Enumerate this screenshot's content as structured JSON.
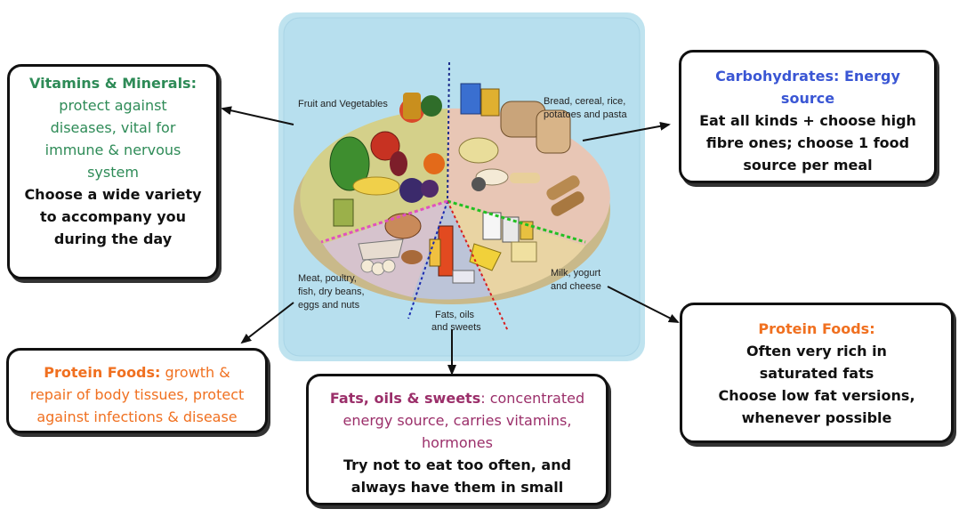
{
  "plate": {
    "labels": {
      "fruit_veg": "Fruit and Vegetables",
      "bread_1": "Bread, cereal, rice,",
      "bread_2": "potatoes and pasta",
      "meat_1": "Meat, poultry,",
      "meat_2": "fish, dry beans,",
      "meat_3": "eggs and nuts",
      "fats_1": "Fats, oils",
      "fats_2": "and sweets",
      "milk_1": "Milk, yogurt",
      "milk_2": "and cheese"
    }
  },
  "boxes": {
    "vitamins": {
      "title": "Vitamins & Minerals:",
      "desc_1": "protect against",
      "desc_2": "diseases, vital for",
      "desc_3": "immune & nervous",
      "desc_4": "system",
      "advice_1": "Choose a wide variety",
      "advice_2": "to accompany you",
      "advice_3": "during the day"
    },
    "carbs": {
      "title_1": "Carbohydrates: Energy",
      "title_2": "source",
      "advice_1": "Eat all kinds + choose high",
      "advice_2": "fibre ones; choose 1 food",
      "advice_3": "source per meal"
    },
    "protein_left": {
      "title": "Protein Foods:",
      "desc_1": " growth &",
      "desc_2": "repair of body tissues, protect",
      "desc_3": "against infections & disease"
    },
    "fats": {
      "title": "Fats, oils & sweets",
      "desc_1": ": concentrated",
      "desc_2": "energy source, carries vitamins,",
      "desc_3": "hormones",
      "advice_1": "Try not to eat too often, and",
      "advice_2": "always have them in small"
    },
    "protein_right": {
      "title": "Protein Foods:",
      "desc_1": "Often very rich in",
      "desc_2": "saturated fats",
      "advice_1": "Choose low fat versions,",
      "advice_2": "whenever possible"
    }
  },
  "colors": {
    "vitamins": "#2e8b57",
    "carbs": "#3a56d4",
    "protein": "#f07020",
    "fats": "#9b2f6a",
    "panel": "#bfe3ef"
  }
}
